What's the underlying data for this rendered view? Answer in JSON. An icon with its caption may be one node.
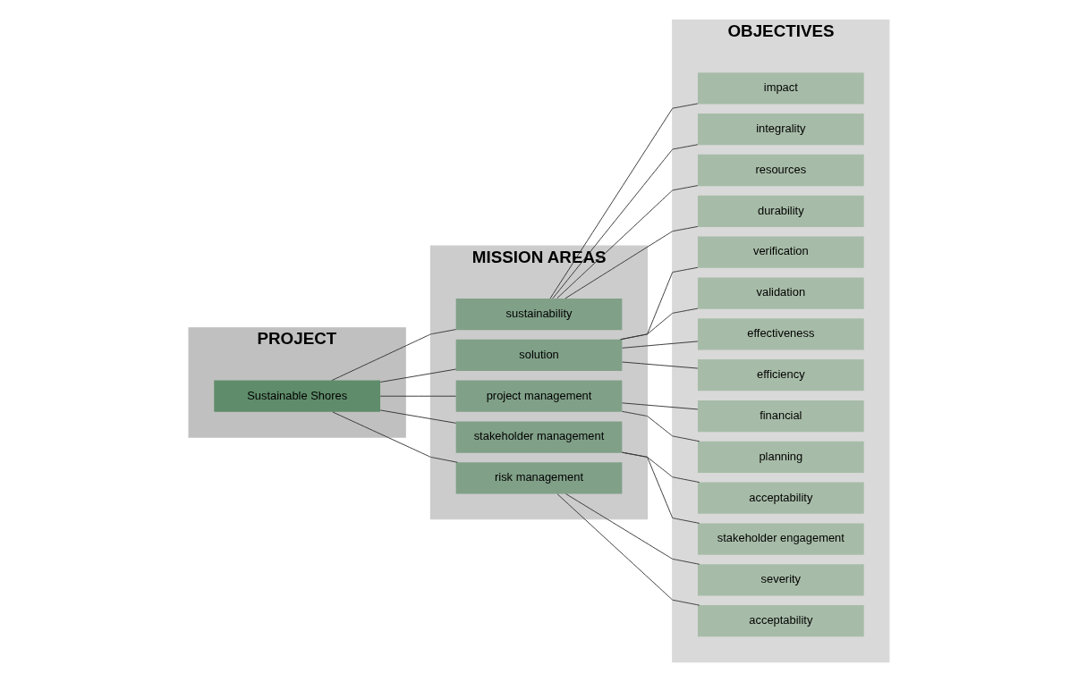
{
  "diagram": {
    "nodes": [
      {
        "text": [
          "PROJECT"
        ]
      },
      {
        "text": [
          "MISSION AREAS"
        ]
      },
      {
        "text": [
          "OBJECTIVES"
        ]
      },
      {
        "text": [
          "Sustainable Shores"
        ],
        "in": 0
      },
      {
        "text": [
          "sustainability"
        ],
        "in": 1
      },
      {
        "text": [
          "solution"
        ],
        "in": 1
      },
      {
        "text": [
          "project management"
        ],
        "in": 1
      },
      {
        "text": [
          "stakeholder management"
        ],
        "in": 1
      },
      {
        "text": [
          "risk management"
        ],
        "in": 1
      },
      {
        "text": [
          "impact"
        ],
        "in": 2
      },
      {
        "text": [
          "integrality"
        ],
        "in": 2
      },
      {
        "text": [
          "resources"
        ],
        "in": 2
      },
      {
        "text": [
          "durability"
        ],
        "in": 2
      },
      {
        "text": [
          "verification"
        ],
        "in": 2
      },
      {
        "text": [
          "validation"
        ],
        "in": 2
      },
      {
        "text": [
          "effectiveness"
        ],
        "in": 2
      },
      {
        "text": [
          "efficiency"
        ],
        "in": 2
      },
      {
        "text": [
          "financial"
        ],
        "in": 2
      },
      {
        "text": [
          "planning"
        ],
        "in": 2
      },
      {
        "text": [
          "acceptability"
        ],
        "in": 2
      },
      {
        "text": [
          "stakeholder engagement"
        ],
        "in": 2
      },
      {
        "text": [
          "severity"
        ],
        "in": 2
      },
      {
        "text": [
          "acceptability"
        ],
        "in": 2
      }
    ],
    "edges": [
      {
        "from": 3,
        "to": 4,
        "arrow": "none"
      },
      {
        "from": 3,
        "to": 5,
        "arrow": "none"
      },
      {
        "from": 3,
        "to": 6,
        "arrow": "none"
      },
      {
        "from": 3,
        "to": 7,
        "arrow": "none"
      },
      {
        "from": 3,
        "to": 8,
        "arrow": "none"
      },
      {
        "from": 4,
        "to": 9,
        "arrow": "none"
      },
      {
        "from": 4,
        "to": 10,
        "arrow": "none"
      },
      {
        "from": 4,
        "to": 11,
        "arrow": "none"
      },
      {
        "from": 4,
        "to": 12,
        "arrow": "none"
      },
      {
        "from": 5,
        "to": 13,
        "arrow": "none"
      },
      {
        "from": 5,
        "to": 14,
        "arrow": "none"
      },
      {
        "from": 5,
        "to": 15,
        "arrow": "none"
      },
      {
        "from": 5,
        "to": 16,
        "arrow": "none"
      },
      {
        "from": 6,
        "to": 17,
        "arrow": "none"
      },
      {
        "from": 6,
        "to": 18,
        "arrow": "none"
      },
      {
        "from": 7,
        "to": 19,
        "arrow": "none"
      },
      {
        "from": 7,
        "to": 20,
        "arrow": "none"
      },
      {
        "from": 8,
        "to": 21,
        "arrow": "none"
      },
      {
        "from": 8,
        "to": 22,
        "arrow": "none"
      }
    ]
  }
}
